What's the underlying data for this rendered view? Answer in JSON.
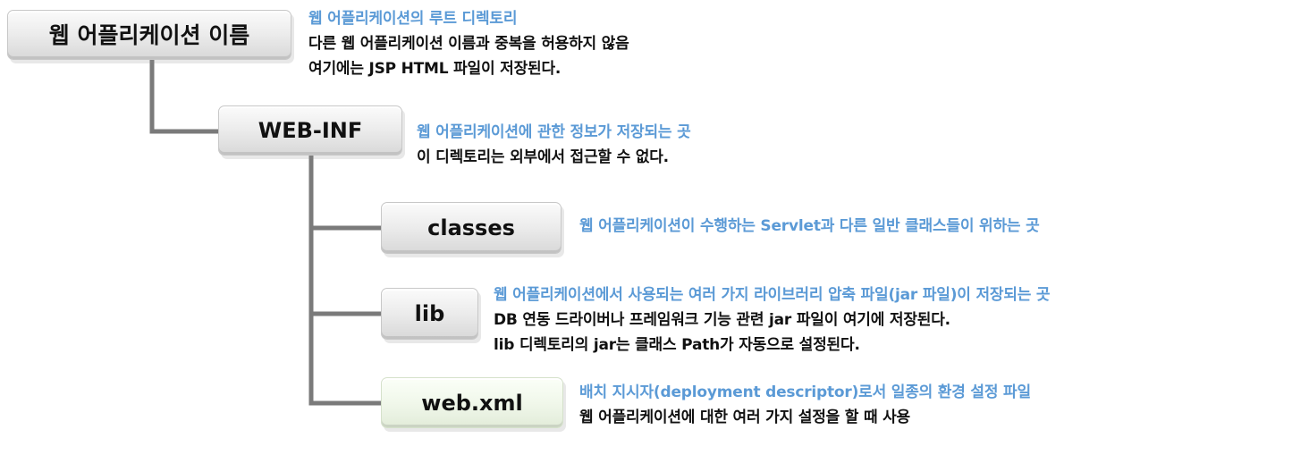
{
  "diagram": {
    "nodes": {
      "root": "웹 어플리케이션 이름",
      "webinf": "WEB-INF",
      "classes": "classes",
      "lib": "lib",
      "webxml": "web.xml"
    },
    "descriptions": {
      "root": [
        "웹 어플리케이션의 루트 디렉토리",
        "다른 웹 어플리케이션 이름과 중복을 허용하지 않음",
        "여기에는 JSP HTML 파일이 저장된다."
      ],
      "webinf": [
        "웹 어플리케이션에 관한 정보가 저장되는 곳",
        "이 디렉토리는 외부에서 접근할 수 없다."
      ],
      "classes": [
        "웹 어플리케이션이 수행하는 Servlet과 다른 일반 클래스들이 위하는 곳"
      ],
      "lib": [
        "웹 어플리케이션에서 사용되는 여러 가지 라이브러리 압축 파일(jar 파일)이 저장되는 곳",
        "DB 연동 드라이버나 프레임워크 기능 관련 jar 파일이 여기에 저장된다.",
        "lib 디렉토리의 jar는 클래스 Path가 자동으로 설정된다."
      ],
      "webxml": [
        "배치 지시자(deployment descriptor)로서 일종의 환경 설정 파일",
        "웹 어플리케이션에 대한 여러 가지 설정을 할 때 사용"
      ]
    }
  },
  "colors": {
    "accent": "#5b9ad6",
    "text": "#111111",
    "connector": "#7a7a7a",
    "node_fill": "#e7e7e7",
    "node_fill_green": "#eef6e6"
  }
}
